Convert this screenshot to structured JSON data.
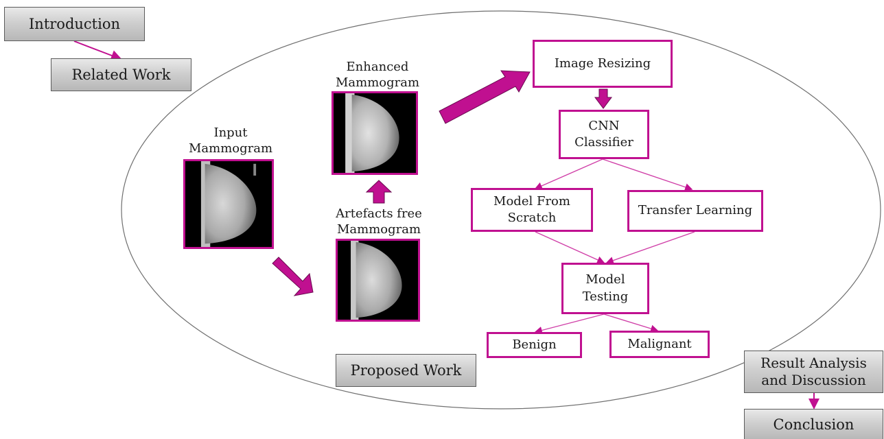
{
  "outline": {
    "introduction": "Introduction",
    "related_work": "Related Work",
    "proposed_work": "Proposed Work",
    "result_analysis": "Result Analysis\nand Discussion",
    "conclusion": "Conclusion"
  },
  "images": {
    "input": "Input\nMammogram",
    "artefacts_free": "Artefacts free\nMammogram",
    "enhanced": "Enhanced\nMammogram"
  },
  "pipeline": {
    "image_resizing": "Image Resizing",
    "cnn_classifier": "CNN\nClassifier",
    "model_from_scratch": "Model From\nScratch",
    "transfer_learning": "Transfer Learning",
    "model_testing": "Model\nTesting",
    "benign": "Benign",
    "malignant": "Malignant"
  },
  "colors": {
    "accent": "#c01090",
    "outline_box_fill": "#cfcfcf",
    "ellipse_stroke": "#6f6f6f"
  }
}
